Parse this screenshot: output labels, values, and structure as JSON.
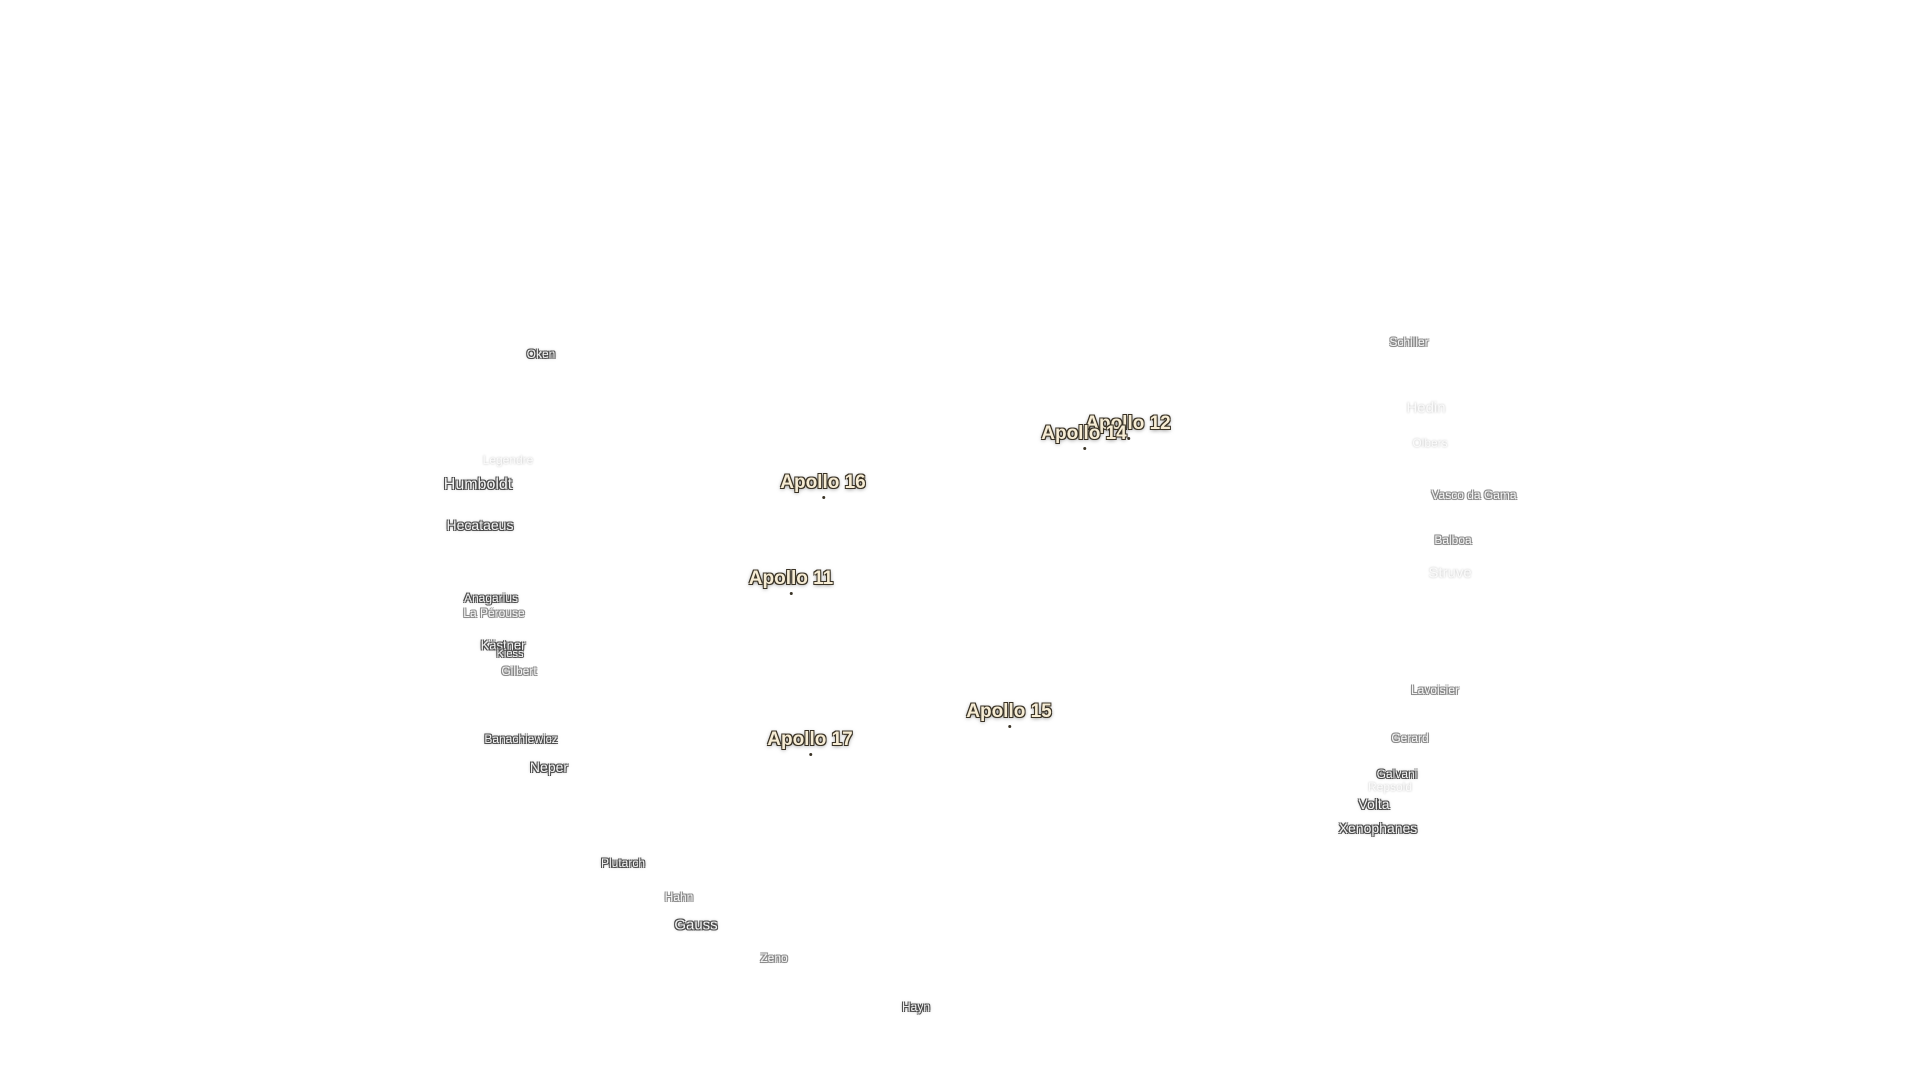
{
  "landing_sites": [
    {
      "id": "apollo-12",
      "label": "Apollo 12"
    },
    {
      "id": "apollo-14",
      "label": "Apollo 14"
    },
    {
      "id": "apollo-16",
      "label": "Apollo 16"
    },
    {
      "id": "apollo-11",
      "label": "Apollo 11"
    },
    {
      "id": "apollo-15",
      "label": "Apollo 15"
    },
    {
      "id": "apollo-17",
      "label": "Apollo 17"
    }
  ],
  "craters": [
    {
      "id": "oken",
      "label": "Oken"
    },
    {
      "id": "schiller",
      "label": "Schiller"
    },
    {
      "id": "hedin",
      "label": "Hedin"
    },
    {
      "id": "olbers",
      "label": "Olbers"
    },
    {
      "id": "legendre",
      "label": "Legendre"
    },
    {
      "id": "humboldt",
      "label": "Humboldt"
    },
    {
      "id": "vasco-da-gama",
      "label": "Vasco da Gama"
    },
    {
      "id": "hecataeus",
      "label": "Hecataeus"
    },
    {
      "id": "balboa",
      "label": "Balboa"
    },
    {
      "id": "struve",
      "label": "Struve"
    },
    {
      "id": "anagarius",
      "label": "Anagarius"
    },
    {
      "id": "la-perouse",
      "label": "La Pérouse"
    },
    {
      "id": "kastner",
      "label": "Kästner"
    },
    {
      "id": "kiess",
      "label": "Kiess"
    },
    {
      "id": "gilbert",
      "label": "Gilbert"
    },
    {
      "id": "lavoisier",
      "label": "Lavoisier"
    },
    {
      "id": "banachiewicz",
      "label": "Banachiewicz"
    },
    {
      "id": "gerard",
      "label": "Gerard"
    },
    {
      "id": "neper",
      "label": "Neper"
    },
    {
      "id": "galvani",
      "label": "Galvani"
    },
    {
      "id": "repsold",
      "label": "Repsold"
    },
    {
      "id": "volta",
      "label": "Volta"
    },
    {
      "id": "xenophanes",
      "label": "Xenophanes"
    },
    {
      "id": "plutarch",
      "label": "Plutarch"
    },
    {
      "id": "hahn",
      "label": "Hahn"
    },
    {
      "id": "gauss",
      "label": "Gauss"
    },
    {
      "id": "zeno",
      "label": "Zeno"
    },
    {
      "id": "hayn",
      "label": "Hayn"
    }
  ]
}
